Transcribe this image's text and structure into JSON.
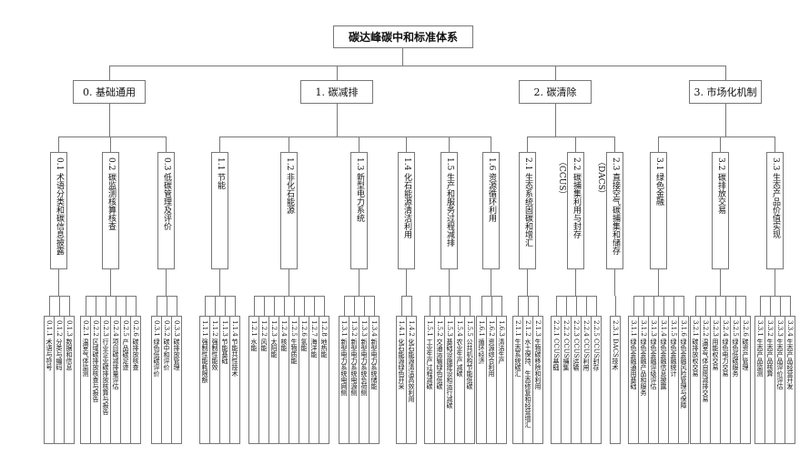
{
  "title": "碳达峰碳中和标准体系",
  "categories": [
    {
      "label": "0. 基础通用",
      "children": [
        {
          "label": "0.1 术语分类和碳信息披露",
          "leaves": [
            "0.1.1 术语与符号",
            "0.1.2 分类与编码",
            "0.1.3 数据和信息"
          ]
        },
        {
          "label": "0.2 碳监测核算核查",
          "leaves": [
            "0.2.1 温室气体监测",
            "0.2.2 区域碳排放核查与报告",
            "0.2.3 行业企业碳排放核算与报告",
            "0.2.4 项目碳减排量评估",
            "0.2.5 产品碳足迹",
            "0.2.6 碳排放核查"
          ]
        },
        {
          "label": "0.3 低碳管理及评价",
          "leaves": [
            "0.3.1 绿色低碳评价",
            "0.3.2 碳中和评价",
            "0.3.3 碳排放管理"
          ]
        }
      ]
    },
    {
      "label": "1. 碳减排",
      "children": [
        {
          "label": "1.1 节能",
          "leaves": [
            "1.1.1 强制性能耗限额",
            "1.1.2 强制性能效",
            "1.1.3 节能基础",
            "1.1.4 节能共性技术"
          ]
        },
        {
          "label": "1.2 非化石能源",
          "leaves": [
            "1.2.1 水能",
            "1.2.2 风能",
            "1.2.3 太阳能",
            "1.2.4 核能",
            "1.2.5 生物质能",
            "1.2.6 氢能",
            "1.2.7 海洋能",
            "1.2.8 地热能"
          ]
        },
        {
          "label": "1.3 新型电力系统",
          "leaves": [
            "1.3.1 新型电力系统电网侧",
            "1.3.2 新型电力系统电源侧",
            "1.3.3 新型电力系统负荷侧",
            "1.3.4 新型电力系统储能"
          ]
        },
        {
          "label": "1.4 化石能源清洁利用",
          "leaves": [
            "1.4.1 化石能源绿色开采",
            "1.4.2 化石能源清洁高效利用"
          ]
        },
        {
          "label": "1.5 生产和服务过程减排",
          "leaves": [
            "1.5.1 工业生产过程减碳",
            "1.5.2 交通运输绿色低碳",
            "1.5.3 基础设施建设和运行减碳",
            "1.5.4 农业生产减碳",
            "1.5.5 公共机构节能低碳"
          ]
        },
        {
          "label": "1.6 资源循环利用",
          "leaves": [
            "1.6.1 循环经济",
            "1.6.2 资源综合利用",
            "1.6.3 清洁生产"
          ]
        }
      ]
    },
    {
      "label": "2. 碳清除",
      "children": [
        {
          "label": "2.1 生态系统固碳和增汇",
          "leaves": [
            "2.1.1 生态系统碳汇",
            "2.1.2 水土保持、生态修复和经营增汇",
            "2.1.3 生物碳移除和利用"
          ]
        },
        {
          "label": "2.2 碳捕集利用与封存（CCUS）",
          "leaves": [
            "2.2.1 CCUS基础",
            "2.2.2 CCUS捕集",
            "2.2.3 CCUS运输",
            "2.2.4 CCUS利用",
            "2.2.5 CCUS封存"
          ]
        },
        {
          "label": "2.3 直接空气碳捕集和储存（DACS）",
          "leaves": [
            "2.3.1 DACS技术"
          ]
        }
      ]
    },
    {
      "label": "3. 市场化机制",
      "children": [
        {
          "label": "3.1 绿色金融",
          "leaves": [
            "3.1.1 绿色金融通用基础",
            "3.1.2 绿色金融产品和服务",
            "3.1.3 绿色金融评级评估",
            "3.1.4 绿色金融信息披露",
            "3.1.5 绿色金融统计",
            "3.1.6 绿色金融风险管理与保障"
          ]
        },
        {
          "label": "3.2 碳排放交易",
          "leaves": [
            "3.2.1 碳排放权交易",
            "3.2.2 温室气体自愿减排交易",
            "3.2.3 用能权交易",
            "3.2.4 绿色电力交易",
            "3.2.5 绿色低碳服务",
            "3.2.6 碳资产管理"
          ]
        },
        {
          "label": "3.3 生态产品价值实现",
          "leaves": [
            "3.3.1 生态产品监测",
            "3.3.2 生态产品核算",
            "3.3.3 生态产品评价评估",
            "3.3.4 生态产品经营开发"
          ]
        }
      ]
    }
  ]
}
